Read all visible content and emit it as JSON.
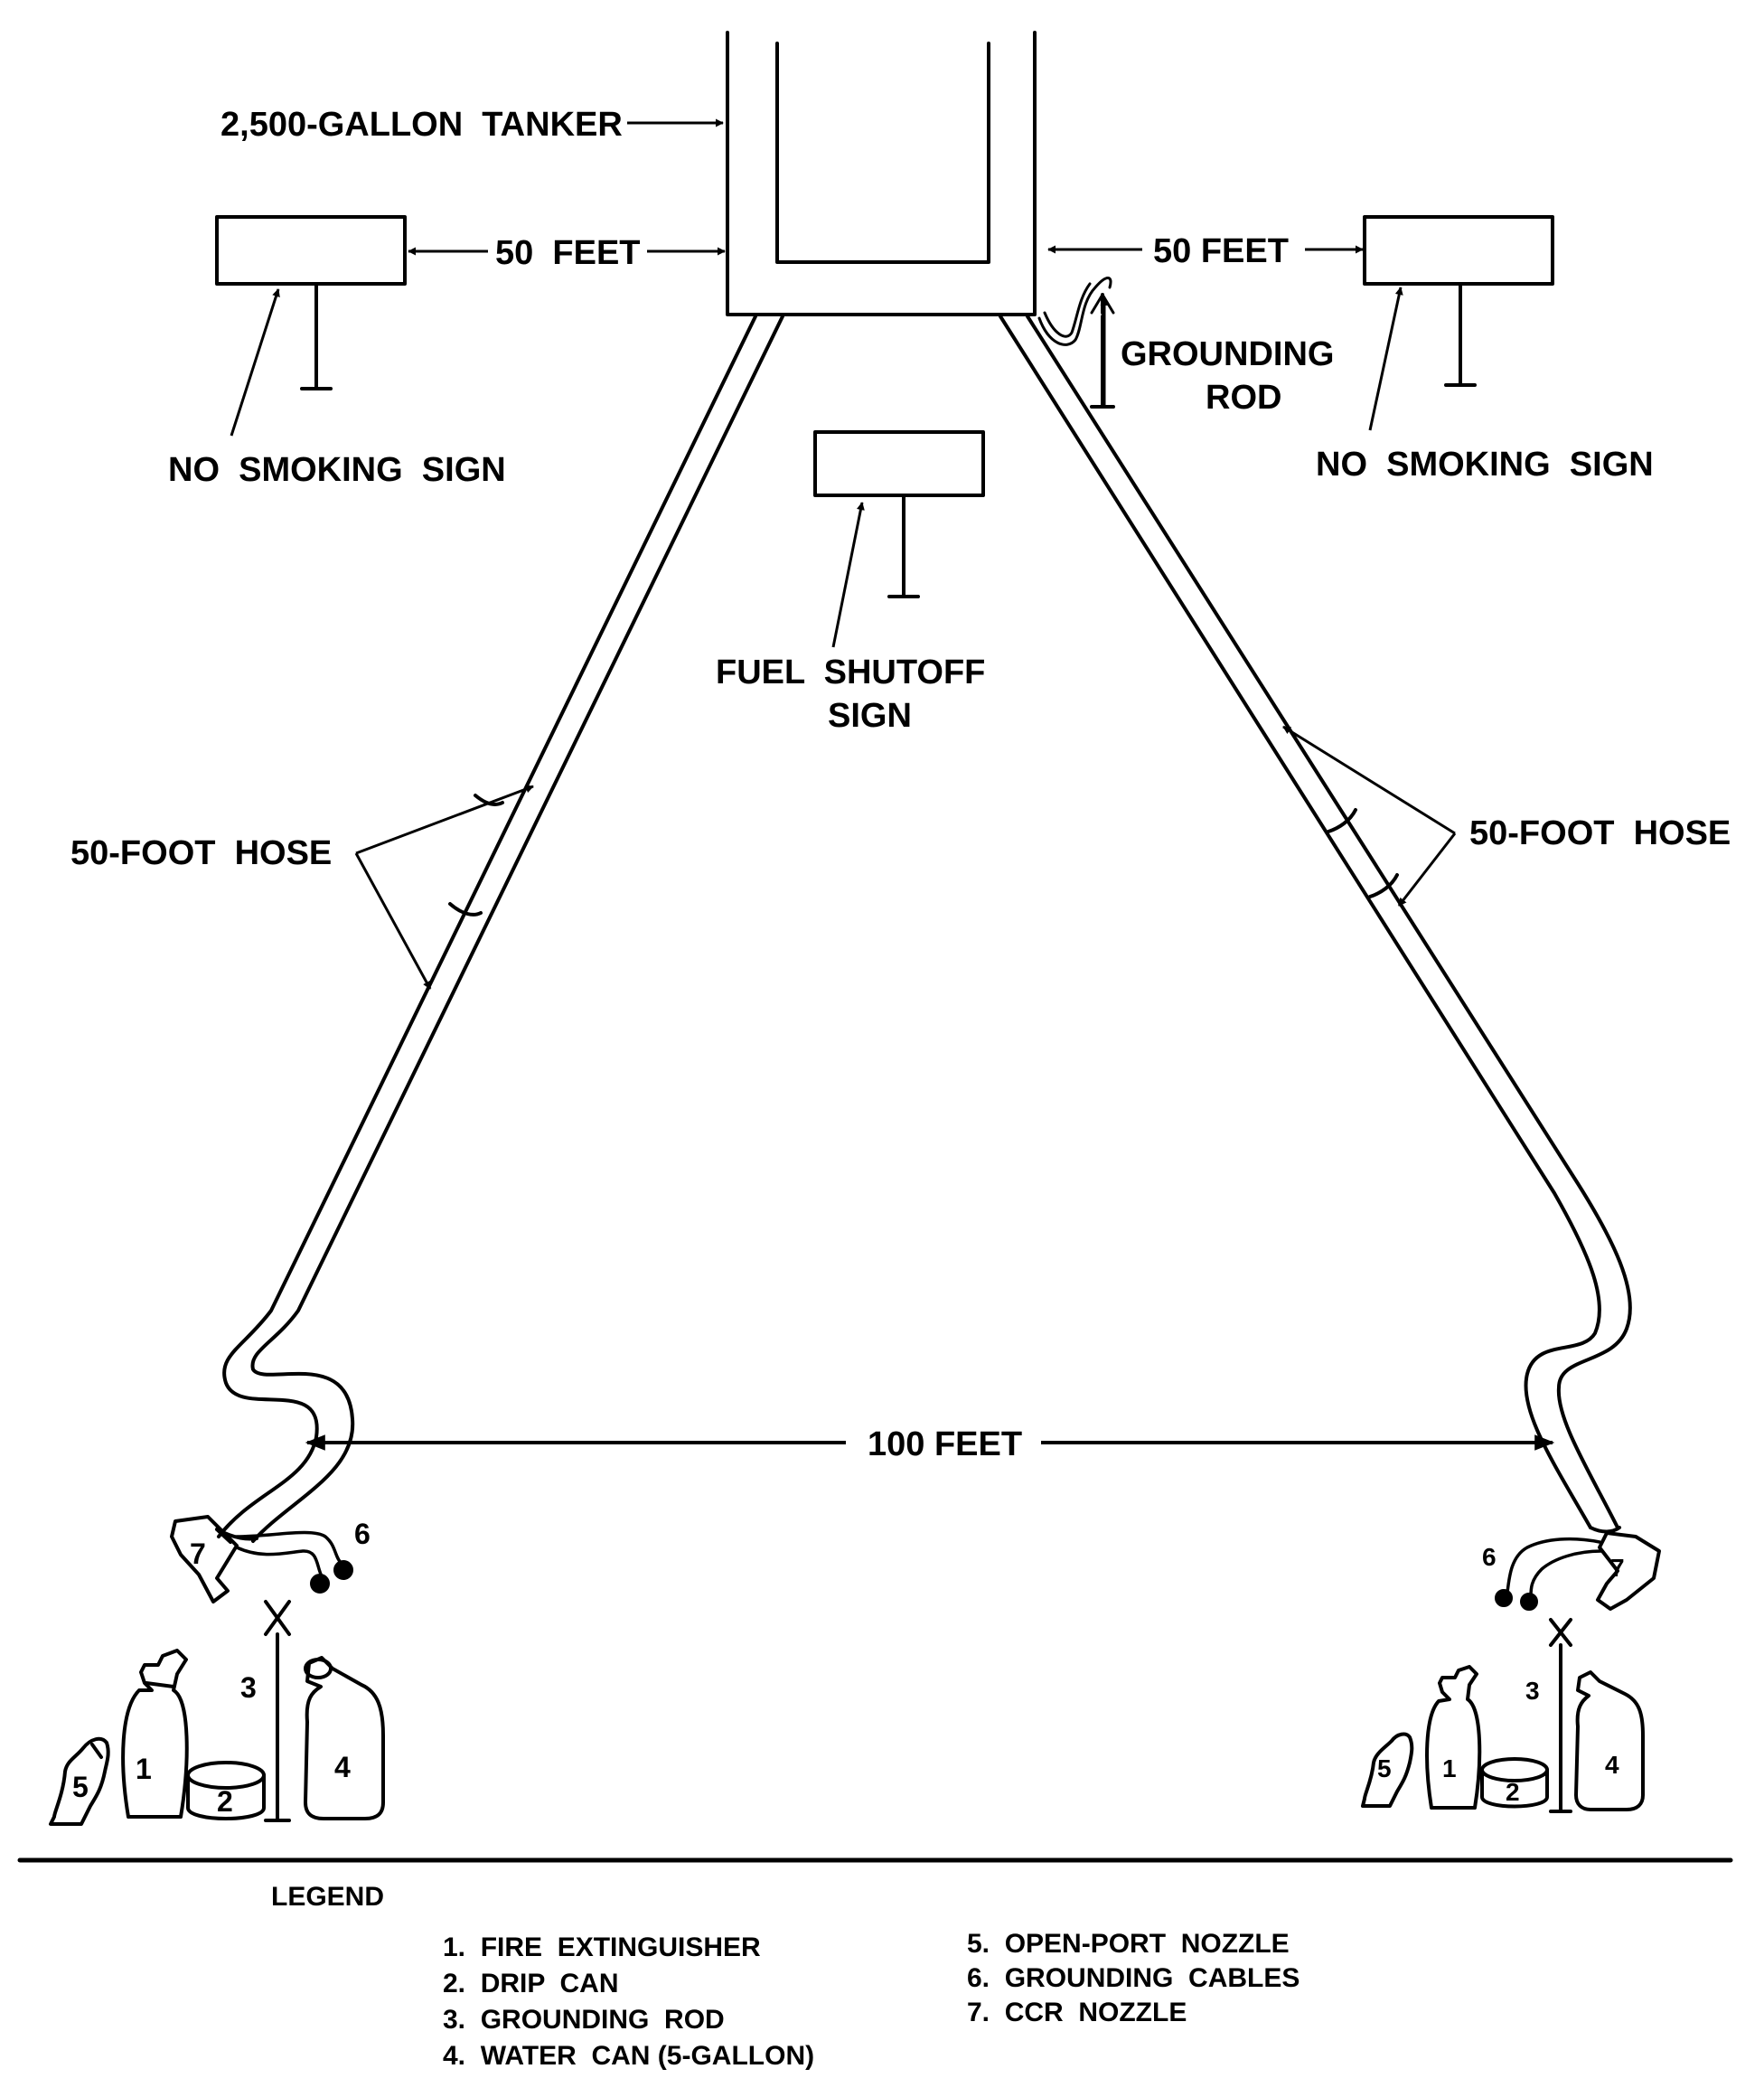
{
  "labels": {
    "tanker": "2,500-GALLON  TANKER",
    "dist_left": "50  FEET",
    "dist_right": "50 FEET",
    "grounding_rod_l1": "GROUNDING",
    "grounding_rod_l2": "ROD",
    "no_smoking_left": "NO  SMOKING  SIGN",
    "no_smoking_right": "NO  SMOKING  SIGN",
    "fuel_shutoff_l1": "FUEL  SHUTOFF",
    "fuel_shutoff_l2": "SIGN",
    "hose_left": "50-FOOT  HOSE",
    "hose_right": "50-FOOT  HOSE",
    "dist_bottom": "100 FEET"
  },
  "item_numbers": {
    "n1": "1",
    "n2": "2",
    "n3": "3",
    "n4": "4",
    "n5": "5",
    "n6": "6",
    "n7": "7"
  },
  "legend": {
    "title": "LEGEND",
    "items": [
      "1.  FIRE  EXTINGUISHER",
      "2.  DRIP  CAN",
      "3.  GROUNDING  ROD",
      "4.  WATER  CAN (5-GALLON)",
      "5.  OPEN-PORT  NOZZLE",
      "6.  GROUNDING  CABLES",
      "7.  CCR  NOZZLE"
    ]
  }
}
